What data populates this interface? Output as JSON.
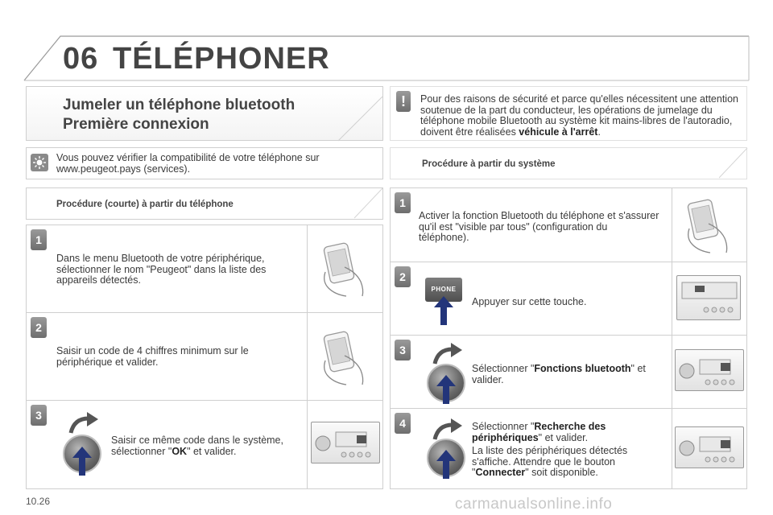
{
  "header": {
    "chapter_number": "06",
    "chapter_title": "TÉLÉPHONER"
  },
  "section": {
    "title_line1": "Jumeler un téléphone bluetooth",
    "title_line2": "Première connexion"
  },
  "warning": {
    "text": "Pour des raisons de sécurité et parce qu'elles nécessitent une attention soutenue de la part du conducteur, les opérations de jumelage du téléphone mobile Bluetooth au système kit mains-libres de l'autoradio, doivent être réalisées ",
    "bold": "véhicule à l'arrêt",
    "end": "."
  },
  "tip": {
    "text": "Vous pouvez vérifier la compatibilité de votre téléphone sur www.peugeot.pays (services)."
  },
  "left_procedure": {
    "title": "Procédure (courte) à partir du téléphone",
    "steps": [
      {
        "number": "1",
        "text": "Dans le menu Bluetooth de votre périphérique, sélectionner le nom \"Peugeot\" dans la liste des appareils détectés."
      },
      {
        "number": "2",
        "text": "Saisir un code de 4 chiffres minimum sur le périphérique et valider."
      },
      {
        "number": "3",
        "text_before": "Saisir ce même code dans le système, sélectionner \"",
        "bold": "OK",
        "text_after": "\" et valider."
      }
    ]
  },
  "right_procedure": {
    "title": "Procédure à partir du système",
    "steps": [
      {
        "number": "1",
        "text": "Activer la fonction Bluetooth du téléphone et s'assurer qu'il est \"visible par tous\" (configuration du téléphone)."
      },
      {
        "number": "2",
        "text": "Appuyer sur cette touche.",
        "key_label": "PHONE"
      },
      {
        "number": "3",
        "text_before": "Sélectionner \"",
        "bold": "Fonctions bluetooth",
        "text_after": "\" et valider."
      },
      {
        "number": "4",
        "text_before": "Sélectionner \"",
        "bold": "Recherche des périphériques",
        "text_after": "\" et valider.",
        "note_before": "La liste des périphériques détectés s'affiche. Attendre que le bouton \"",
        "note_bold": "Connecter",
        "note_after": "\" soit disponible."
      }
    ]
  },
  "footer": {
    "page": "10.26",
    "watermark": "carmanualsonline.info"
  }
}
